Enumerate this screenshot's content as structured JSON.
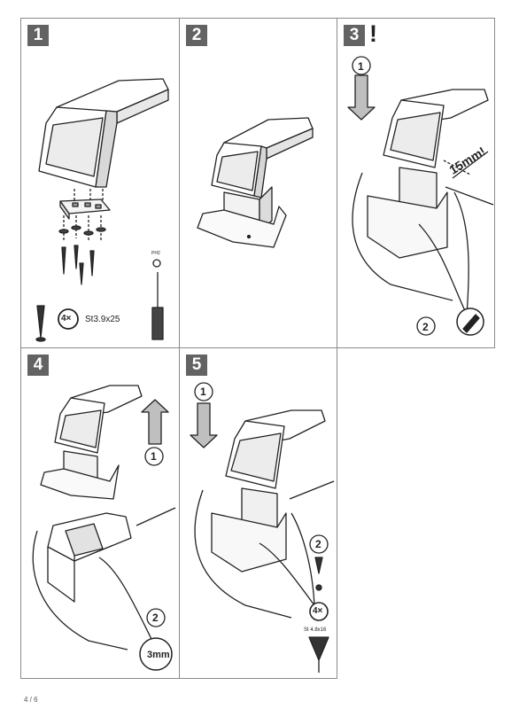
{
  "steps": [
    {
      "number": "1",
      "screw_qty": "4×",
      "screw_spec": "St3.9x25",
      "tool": "PH2"
    },
    {
      "number": "2"
    },
    {
      "number": "3",
      "mark": "!",
      "seq_a": "1",
      "seq_b": "2",
      "gap": "15mm!"
    },
    {
      "number": "4",
      "seq_a": "1",
      "seq_b": "2",
      "drill": "3mm"
    },
    {
      "number": "5",
      "seq_a": "1",
      "seq_b": "2",
      "screw_qty": "4×",
      "screw_spec": "St 4.8x16"
    }
  ],
  "footer": {
    "page": "4 / 6"
  }
}
